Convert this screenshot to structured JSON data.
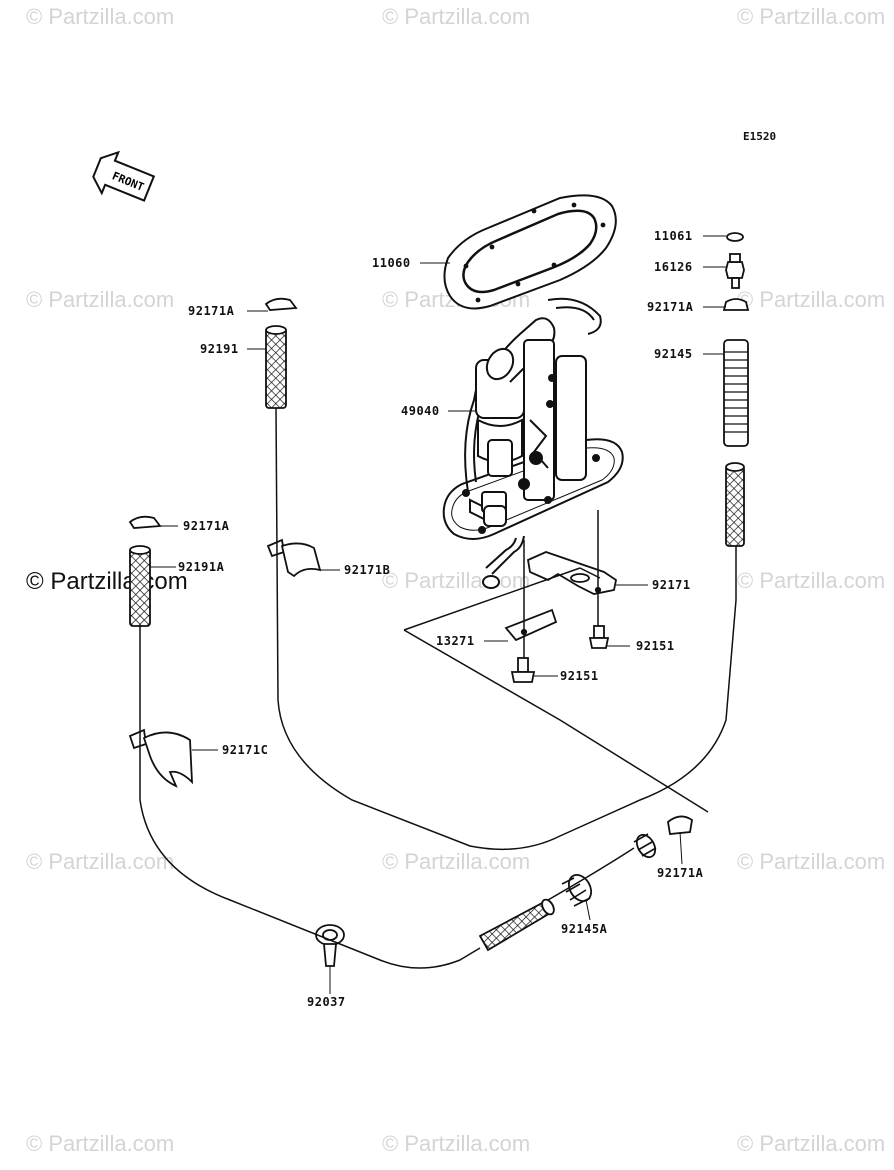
{
  "watermark": {
    "text": "© Partzilla.com",
    "main_text": "© Partzilla.com"
  },
  "diagram_code": "E1520",
  "front_arrow_label": "FRONT",
  "parts": [
    {
      "id": "p-11061",
      "label": "11061"
    },
    {
      "id": "p-16126",
      "label": "16126"
    },
    {
      "id": "p-92171A-r",
      "label": "92171A"
    },
    {
      "id": "p-92145",
      "label": "92145"
    },
    {
      "id": "p-11060",
      "label": "11060"
    },
    {
      "id": "p-92171A-l",
      "label": "92171A"
    },
    {
      "id": "p-92191",
      "label": "92191"
    },
    {
      "id": "p-49040",
      "label": "49040"
    },
    {
      "id": "p-92171A-ll",
      "label": "92171A"
    },
    {
      "id": "p-92191A",
      "label": "92191A"
    },
    {
      "id": "p-92171B",
      "label": "92171B"
    },
    {
      "id": "p-92171",
      "label": "92171"
    },
    {
      "id": "p-13271",
      "label": "13271"
    },
    {
      "id": "p-92151-r",
      "label": "92151"
    },
    {
      "id": "p-92151",
      "label": "92151"
    },
    {
      "id": "p-92171C",
      "label": "92171C"
    },
    {
      "id": "p-92171A-b",
      "label": "92171A"
    },
    {
      "id": "p-92145A",
      "label": "92145A"
    },
    {
      "id": "p-92037",
      "label": "92037"
    }
  ]
}
